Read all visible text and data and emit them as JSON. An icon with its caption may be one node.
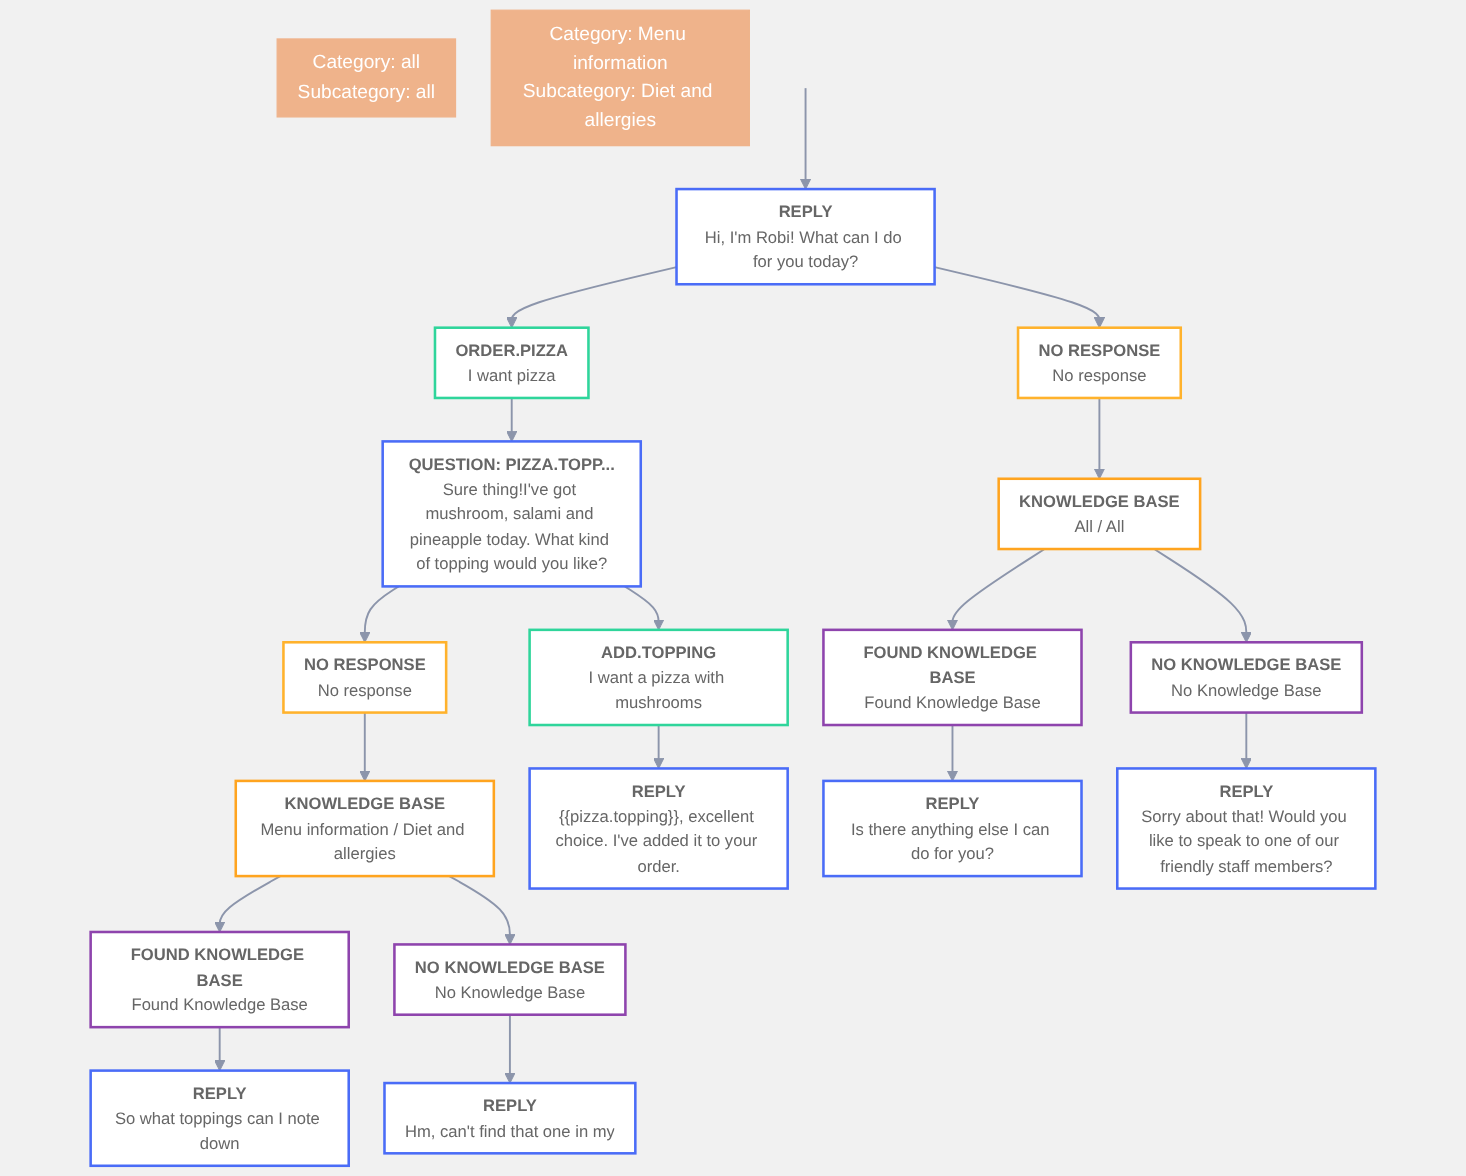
{
  "diagram": {
    "nodes": [
      {
        "text": [
          "REPLY",
          "Hi, I'm Robi! What can I do for you today?"
        ]
      },
      {
        "text": [
          "ORDER.PIZZA",
          "I want pizza"
        ]
      },
      {
        "text": [
          "NO RESPONSE",
          "No response"
        ]
      },
      {
        "text": [
          "QUESTION: PIZZA.TOPP...",
          "Sure thing!I've got mushroom, salami and pineapple today. What kind of topping would you like?"
        ]
      },
      {
        "text": [
          "KNOWLEDGE BASE",
          "All / All"
        ]
      },
      {
        "text": [
          "Category: all",
          "Subcategory: all"
        ]
      },
      {
        "text": [
          "NO RESPONSE",
          "No response"
        ]
      },
      {
        "text": [
          "ADD.TOPPING",
          "I want a pizza with mushrooms"
        ]
      },
      {
        "text": [
          "FOUND KNOWLEDGE BASE",
          "Found Knowledge Base"
        ]
      },
      {
        "text": [
          "NO KNOWLEDGE BASE",
          "No Knowledge Base"
        ]
      },
      {
        "text": [
          "Category: Menu information",
          "Subcategory: Diet and allergies"
        ]
      },
      {
        "text": [
          "KNOWLEDGE BASE",
          "Menu information / Diet and allergies"
        ]
      },
      {
        "text": [
          "REPLY",
          "{{pizza.topping}}, excellent choice. I've added it to your order."
        ]
      },
      {
        "text": [
          "REPLY",
          "Is there anything else I can do for you?"
        ]
      },
      {
        "text": [
          "REPLY",
          "Sorry about that! Would you like to speak to one of our friendly staff members?"
        ]
      },
      {
        "text": [
          "FOUND KNOWLEDGE BASE",
          "Found Knowledge Base"
        ]
      },
      {
        "text": [
          "NO KNOWLEDGE BASE",
          "No Knowledge Base"
        ]
      },
      {
        "text": [
          "REPLY",
          "So what toppings can I note down"
        ]
      },
      {
        "text": [
          "REPLY",
          "Hm, can't find that one in my"
        ]
      }
    ],
    "edges": [
      {
        "from": null,
        "to": 0,
        "arrow": "to"
      },
      {
        "from": 0,
        "to": 1,
        "arrow": "to"
      },
      {
        "from": 0,
        "to": 2,
        "arrow": "to"
      },
      {
        "from": 1,
        "to": 3,
        "arrow": "to"
      },
      {
        "from": 2,
        "to": 4,
        "arrow": "to"
      },
      {
        "from": 3,
        "to": 6,
        "arrow": "to"
      },
      {
        "from": 3,
        "to": 7,
        "arrow": "to"
      },
      {
        "from": 4,
        "to": 8,
        "arrow": "to"
      },
      {
        "from": 4,
        "to": 9,
        "arrow": "to"
      },
      {
        "from": 6,
        "to": 11,
        "arrow": "to"
      },
      {
        "from": 7,
        "to": 12,
        "arrow": "to"
      },
      {
        "from": 8,
        "to": 13,
        "arrow": "to"
      },
      {
        "from": 9,
        "to": 14,
        "arrow": "to"
      },
      {
        "from": 11,
        "to": 15,
        "arrow": "to"
      },
      {
        "from": 11,
        "to": 16,
        "arrow": "to"
      },
      {
        "from": 15,
        "to": 17,
        "arrow": "to"
      },
      {
        "from": 16,
        "to": 18,
        "arrow": "to"
      }
    ]
  }
}
